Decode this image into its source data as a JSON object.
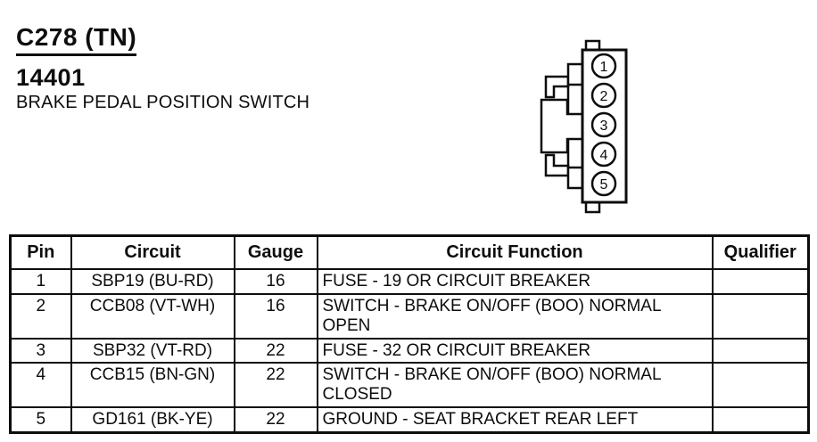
{
  "header": {
    "connector_id": "C278 (TN)",
    "part_number": "14401",
    "description": "BRAKE PEDAL POSITION SWITCH"
  },
  "connector": {
    "pins": [
      "1",
      "2",
      "3",
      "4",
      "5"
    ]
  },
  "table": {
    "columns": [
      "Pin",
      "Circuit",
      "Gauge",
      "Circuit Function",
      "Qualifier"
    ],
    "rows": [
      {
        "pin": "1",
        "circuit": "SBP19 (BU-RD)",
        "gauge": "16",
        "function": "FUSE - 19 OR CIRCUIT BREAKER",
        "qualifier": ""
      },
      {
        "pin": "2",
        "circuit": "CCB08 (VT-WH)",
        "gauge": "16",
        "function": "SWITCH - BRAKE ON/OFF (BOO) NORMAL OPEN",
        "qualifier": ""
      },
      {
        "pin": "3",
        "circuit": "SBP32 (VT-RD)",
        "gauge": "22",
        "function": "FUSE - 32 OR CIRCUIT BREAKER",
        "qualifier": ""
      },
      {
        "pin": "4",
        "circuit": "CCB15 (BN-GN)",
        "gauge": "22",
        "function": "SWITCH - BRAKE ON/OFF (BOO) NORMAL CLOSED",
        "qualifier": ""
      },
      {
        "pin": "5",
        "circuit": "GD161 (BK-YE)",
        "gauge": "22",
        "function": "GROUND - SEAT BRACKET REAR LEFT",
        "qualifier": ""
      }
    ]
  },
  "colors": {
    "ink": "#0d0d0d",
    "paper": "#ffffff"
  }
}
